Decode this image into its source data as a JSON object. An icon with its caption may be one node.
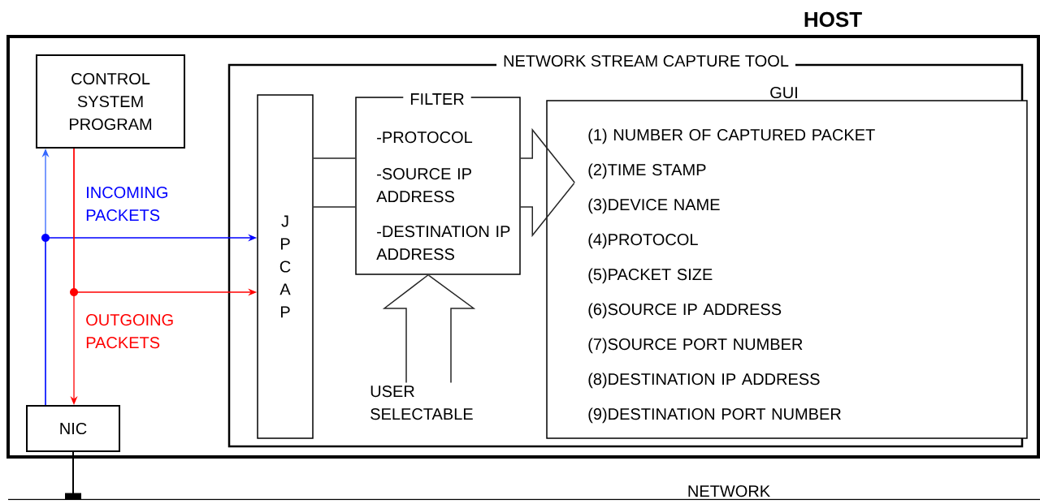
{
  "diagram": {
    "nodes": [
      {
        "text": [
          "HOST"
        ]
      },
      {
        "text": [
          "CONTROL SYSTEM PROGRAM"
        ],
        "in": 0
      },
      {
        "text": [
          "NIC"
        ],
        "in": 0
      },
      {
        "text": [
          "NETWORK STREAM CAPTURE TOOL"
        ],
        "in": 0
      },
      {
        "text": [
          "J P C A P"
        ],
        "in": 3
      },
      {
        "text": [
          "FILTER",
          "-PROTOCOL",
          "-SOURCE IP ADDRESS",
          "-DESTINATION IP ADDRESS"
        ],
        "in": 3
      },
      {
        "text": [
          "GUI",
          "(1) NUMBER OF CAPTURED PACKET",
          "(2)TIME STAMP",
          "(3)DEVICE NAME",
          "(4)PROTOCOL",
          "(5)PACKET SIZE",
          "(6)SOURCE IP ADDRESS",
          "(7)SOURCE PORT NUMBER",
          "(8)DESTINATION IP ADDRESS",
          "(9)DESTINATION PORT NUMBER"
        ],
        "in": 3
      },
      {
        "text": [
          "USER SELECTABLE"
        ],
        "in": 3
      },
      {
        "text": [
          "NETWORK"
        ]
      }
    ],
    "edges": [
      {
        "from": 2,
        "to": 1,
        "arrow": "to",
        "color": "#3366ff"
      },
      {
        "from": 2,
        "to": 4,
        "arrow": "to",
        "color": "#0000ff",
        "label": "INCOMING PACKETS"
      },
      {
        "from": 1,
        "to": 2,
        "arrow": "to",
        "color": "#ff0000"
      },
      {
        "from": 1,
        "to": 4,
        "arrow": "to",
        "color": "#ff0000",
        "label": "OUTGOING PACKETS"
      },
      {
        "from": 4,
        "to": 5,
        "arrow": "none"
      },
      {
        "from": 5,
        "to": 6,
        "arrow": "to"
      },
      {
        "from": 7,
        "to": 5,
        "arrow": "to"
      },
      {
        "from": 2,
        "to": 8,
        "arrow": "other"
      }
    ]
  }
}
